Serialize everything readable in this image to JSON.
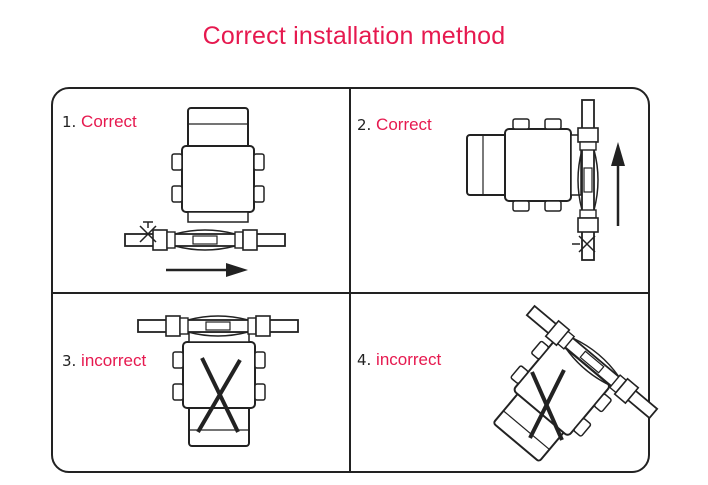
{
  "title": "Correct installation method",
  "panels": [
    {
      "number": "1.",
      "label": "Correct"
    },
    {
      "number": "2.",
      "label": "Correct"
    },
    {
      "number": "3.",
      "label": "incorrect"
    },
    {
      "number": "4.",
      "label": "incorrect"
    }
  ],
  "colors": {
    "accent": "#e6194f",
    "line": "#222222"
  }
}
